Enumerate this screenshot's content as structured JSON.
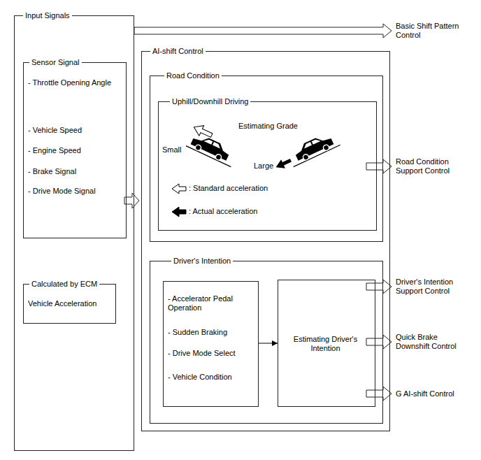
{
  "diagram": {
    "nodes": [
      {
        "text": [
          "Input Signals"
        ]
      },
      {
        "text": [
          "Sensor Signal",
          "- Throttle Opening Angle",
          "- Vehicle Speed",
          "- Engine Speed",
          "- Brake Signal",
          "- Drive Mode Signal"
        ],
        "in": 0
      },
      {
        "text": [
          "Calculated by ECM",
          "Vehicle Acceleration"
        ],
        "in": 0
      },
      {
        "text": [
          "AI-shift Control"
        ]
      },
      {
        "text": [
          "Road Condition"
        ],
        "in": 3
      },
      {
        "text": [
          "Uphill/Downhill Driving",
          "Estimating Grade",
          "Small",
          "Large"
        ],
        "in": 4
      },
      {
        "text": [
          "Driver's Intention"
        ],
        "in": 3
      },
      {
        "text": [
          "- Accelerator Pedal Operation",
          "- Sudden Braking",
          "- Drive Mode Select",
          "- Vehicle Condition"
        ],
        "in": 6
      },
      {
        "text": [
          "Estimating Driver's Intention"
        ],
        "in": 6
      }
    ],
    "edges": [
      {
        "from": 0,
        "to": 3,
        "arrow": "to"
      },
      {
        "from": 7,
        "to": 8,
        "arrow": "to"
      }
    ],
    "labels": [
      "Basic Shift Pattern Control",
      "Road Condition Support Control",
      "Driver's Intention Support Control",
      "Quick Brake Downshift Control",
      "G AI-shift Control"
    ],
    "legend": [
      {
        "text": ": Standard acceleration"
      },
      {
        "text": ": Actual acceleration"
      }
    ]
  }
}
